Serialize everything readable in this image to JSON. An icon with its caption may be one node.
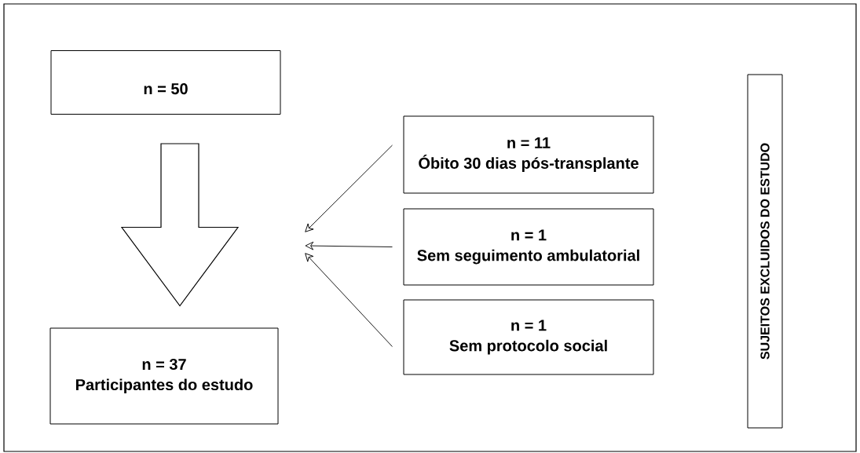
{
  "diagram": {
    "nodes": [
      {
        "text": [
          "n = 50"
        ]
      },
      {
        "text": [
          "n = 11",
          "Óbito 30 dias pós-transplante"
        ]
      },
      {
        "text": [
          "n = 1",
          "Sem seguimento ambulatorial"
        ]
      },
      {
        "text": [
          "n = 1",
          "Sem protocolo social"
        ]
      },
      {
        "text": [
          "n = 37",
          "Participantes do estudo"
        ]
      },
      {
        "text": [
          "SUJEITOS EXCLUIDOS DO ESTUDO"
        ]
      }
    ],
    "edges": [
      {
        "from": 0,
        "to": 4,
        "arrow": "to",
        "style": "thick"
      },
      {
        "from": 1,
        "to": null,
        "arrow": "to"
      },
      {
        "from": 2,
        "to": null,
        "arrow": "to"
      },
      {
        "from": 3,
        "to": null,
        "arrow": "to"
      }
    ]
  }
}
